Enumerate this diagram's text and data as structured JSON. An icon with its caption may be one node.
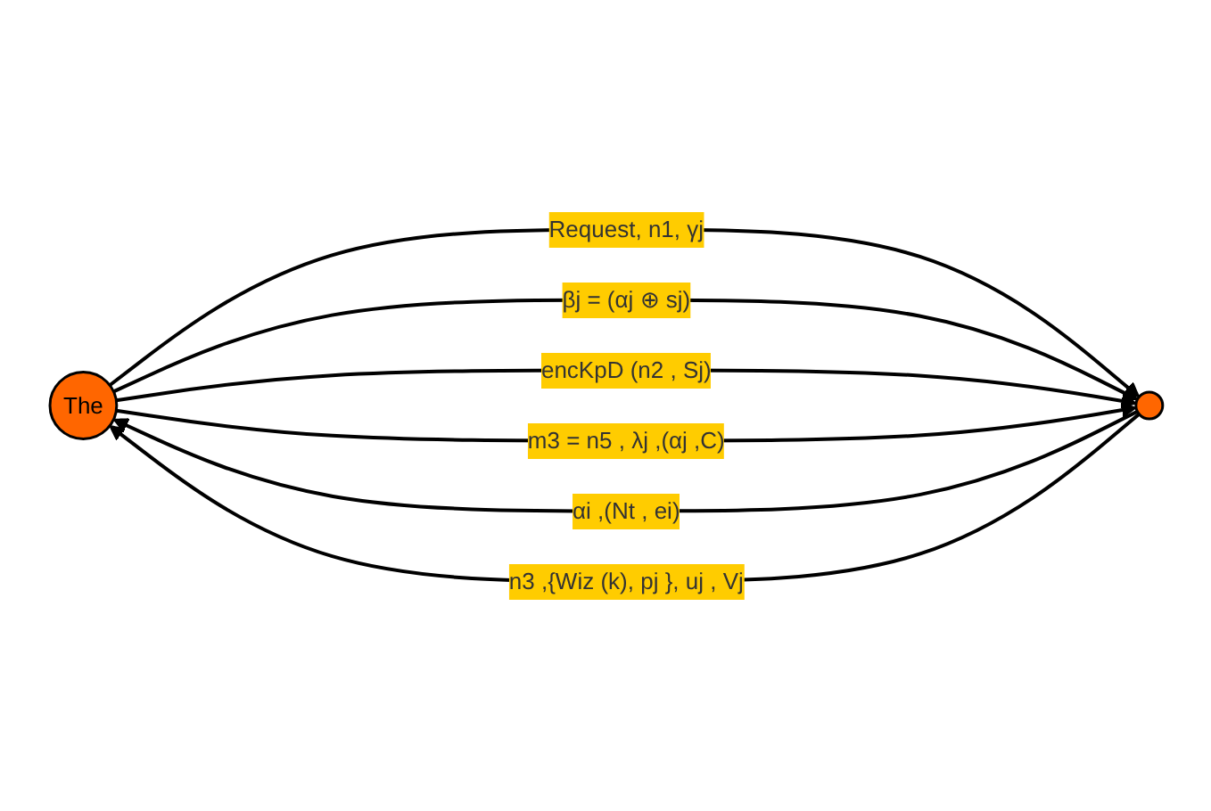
{
  "diagram": {
    "nodes": [
      {
        "text": [
          "The"
        ]
      },
      {
        "text": [],
        "shape": "circle"
      }
    ],
    "edges": [
      {
        "from": 0,
        "to": 1,
        "arrow": "to",
        "label": "Request, n1, γj"
      },
      {
        "from": 1,
        "to": 0,
        "arrow": "to",
        "label": "αi ,(Nt , ei)"
      },
      {
        "from": 0,
        "to": 1,
        "arrow": "to",
        "label": "βj = (αj ⊕ sj)"
      },
      {
        "from": 0,
        "to": 1,
        "arrow": "to",
        "label": "encKpD (n2 , Sj)"
      },
      {
        "from": 1,
        "to": 0,
        "arrow": "to",
        "label": "n3 ,{Wiz (k), pj }, uj , Vj"
      },
      {
        "from": 0,
        "to": 1,
        "arrow": "to",
        "label": "m3 = n5 , λj ,(αj ,C)"
      }
    ]
  }
}
